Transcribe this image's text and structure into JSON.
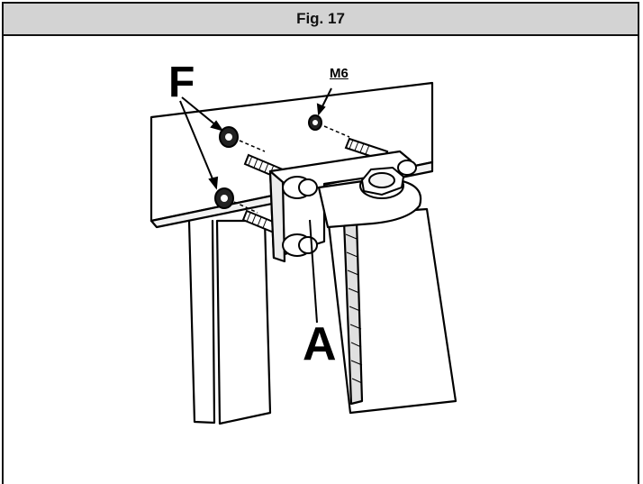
{
  "figure": {
    "title": "Fig. 17"
  },
  "callouts": {
    "f": "F",
    "m6": "M6",
    "a": "A"
  },
  "colors": {
    "header_bg": "#d3d3d3",
    "border": "#111111",
    "ink": "#000000"
  }
}
